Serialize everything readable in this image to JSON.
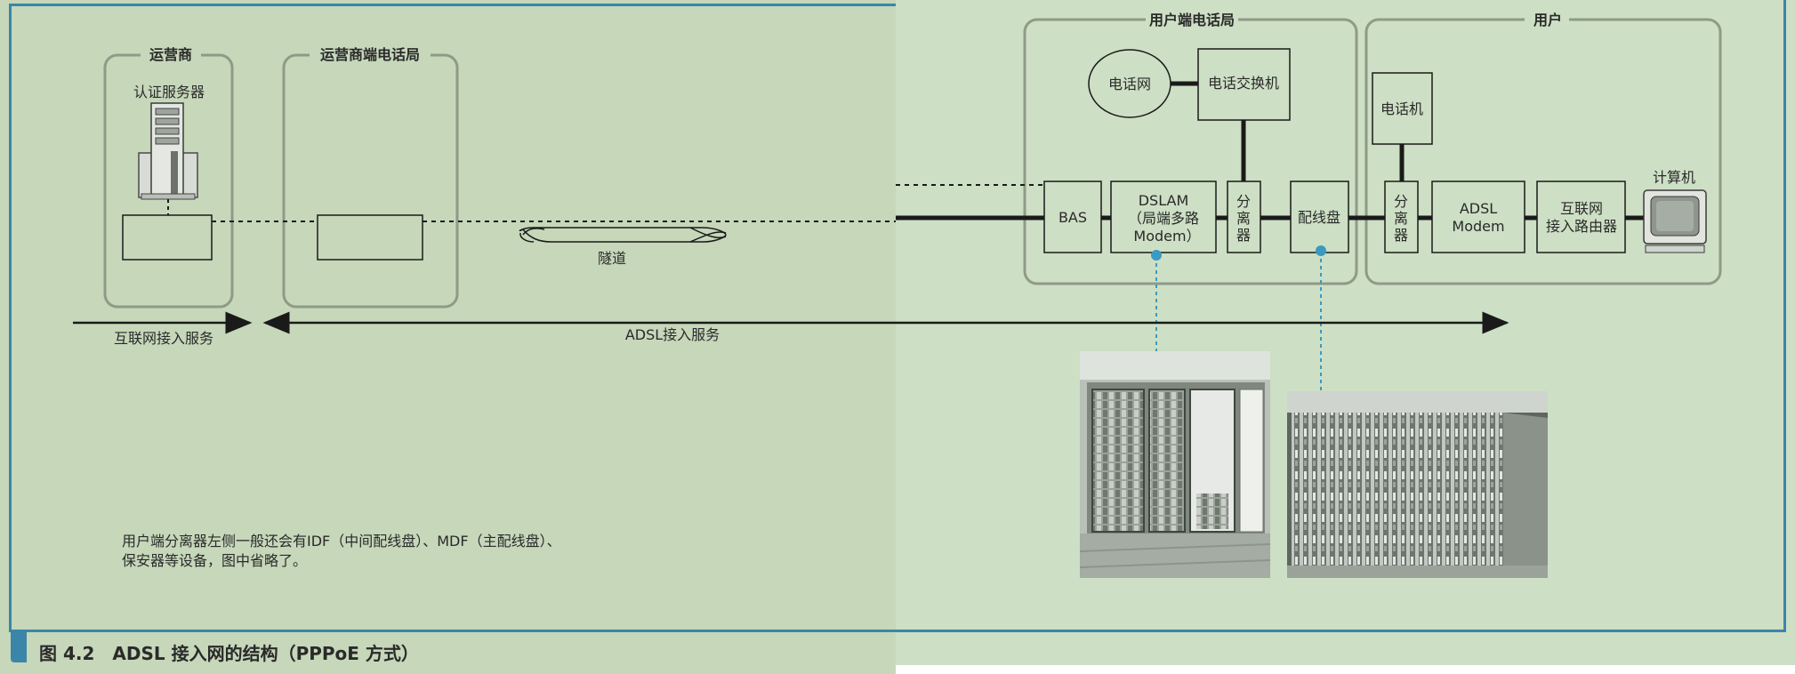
{
  "caption": "图 4.2　ADSL 接入网的结构（PPPoE 方式）",
  "groups": {
    "operator": "运营商",
    "operator_office": "运营商端电话局",
    "user_office": "用户端电话局",
    "user": "用户"
  },
  "labels": {
    "auth_server": "认证服务器",
    "tunnel": "隧道",
    "phone_network": "电话网",
    "phone_switch": "电话交换机",
    "bas": "BAS",
    "dslam_line1": "DSLAM",
    "dslam_line2": "（局端多路",
    "dslam_line3": "Modem）",
    "splitter_office": "分\n离\n器",
    "mdf": "配线盘",
    "phone": "电话机",
    "splitter_user": "分\n离\n器",
    "adsl_modem_line1": "ADSL",
    "adsl_modem_line2": "Modem",
    "router_line1": "互联网",
    "router_line2": "接入路由器",
    "computer": "计算机"
  },
  "services": {
    "internet_access": "互联网接入服务",
    "adsl_access": "ADSL接入服务"
  },
  "note": {
    "line1": "用户端分离器左侧一般还会有IDF（中间配线盘）、MDF（主配线盘）、",
    "line2": "保安器等设备，图中省略了。"
  },
  "colors": {
    "bg_left": "#c6d7ba",
    "bg_right": "#cddfc4",
    "accent": "#3b86a8",
    "line": "#1a1a1a",
    "group_border": "#8f9a88"
  }
}
